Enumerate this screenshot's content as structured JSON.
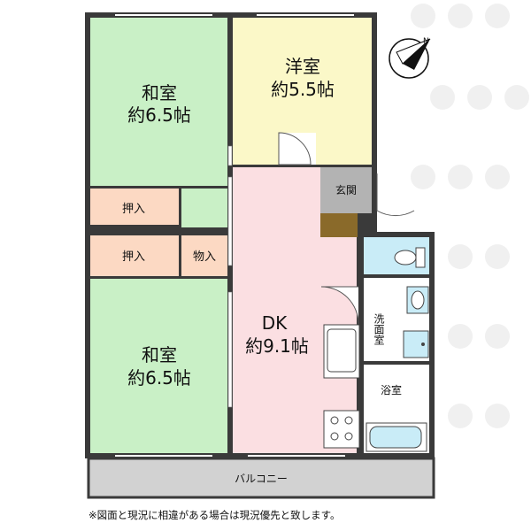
{
  "rooms": {
    "washitsu_top": {
      "name": "和室",
      "size": "約6.5帖",
      "color": "#c9f0c6"
    },
    "yoshitsu": {
      "name": "洋室",
      "size": "約5.5帖",
      "color": "#fbf8c8"
    },
    "genkan": {
      "name": "玄関",
      "color": "#b3b3b3"
    },
    "oshiire_top": {
      "name": "押入",
      "color": "#fcd9c3"
    },
    "oshiire_bottom": {
      "name": "押入",
      "color": "#fcd9c3"
    },
    "mono_ire": {
      "name": "物入",
      "color": "#fcd9c3"
    },
    "dk": {
      "name": "DK",
      "size": "約9.1帖",
      "color": "#fbdfe2"
    },
    "washitsu_bottom": {
      "name": "和室",
      "size": "約6.5帖",
      "color": "#c9f0c6"
    },
    "senmenshitsu": {
      "name": "洗面室",
      "color": "#ffffff"
    },
    "yokushitsu": {
      "name": "浴室",
      "color": "#ffffff"
    },
    "toilet": {
      "color": "#c9ecf7"
    },
    "balcony": {
      "name": "バルコニー",
      "color": "#d2d2d2"
    }
  },
  "fixtures": {
    "wall": "#3a3a3a",
    "fixture_blue": "#c9ecf7",
    "shoe_box": "#8a6a2a"
  },
  "compass": {
    "icon": "compass-icon"
  },
  "watermark": {
    "icon": "tree-logo-icon"
  },
  "footer": {
    "disclaimer": "※図面と現況に相違がある場合は現況優先と致します。"
  }
}
